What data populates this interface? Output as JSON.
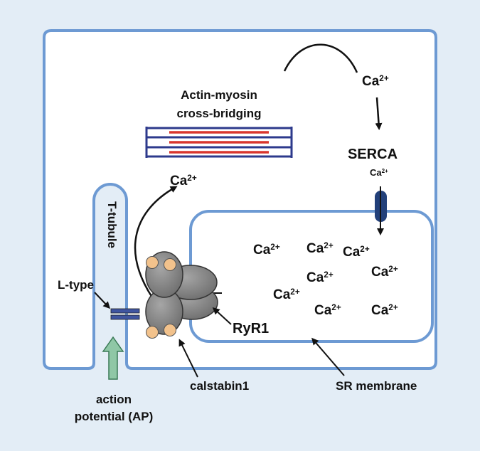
{
  "colors": {
    "background": "#e3edf6",
    "cell_membrane": "#6d9ad3",
    "cell_fill": "#ffffff",
    "myosin": "#2d3a8c",
    "actin": "#d9362e",
    "serca": "#22407a",
    "ltype": "#3f55a0",
    "ryr1": "#8c8c8c",
    "calstabin": "#f2c28c",
    "ap_arrow": "#8fc7a6"
  },
  "labels": {
    "actin_myosin_line1": "Actin-myosin",
    "actin_myosin_line2": "cross-bridging",
    "serca": "SERCA",
    "ryr1": "RyR1",
    "t_tubule": "T-tubule",
    "l_type": "L-type",
    "calstabin": "calstabin1",
    "sr_membrane": "SR membrane",
    "ap_line1": "action",
    "ap_line2": "potential (AP)"
  },
  "ions": {
    "ca_base": "Ca",
    "ca_charge": "2+"
  },
  "icons": [
    "t-tubule-shape",
    "sr-compartment",
    "sarcomere",
    "serca-pump",
    "ryr1-channel",
    "l-type-channel",
    "ap-arrow"
  ]
}
